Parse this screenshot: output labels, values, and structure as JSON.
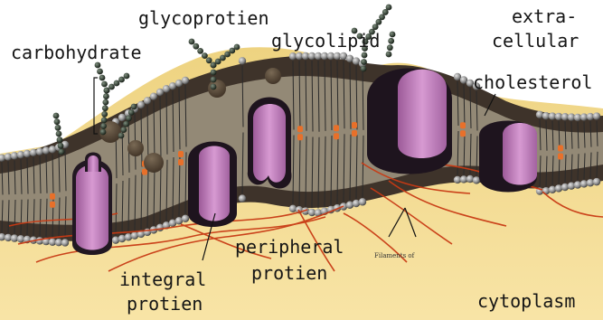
{
  "labels": {
    "glycoprotein": "glycoprotien",
    "carbohydrate": "carbohydrate",
    "glycolipid": "glycolipid",
    "extracellular_line1": "extra-",
    "extracellular_line2": "cellular",
    "cholesterol": "cholesterol",
    "peripheral_line1": "peripheral",
    "peripheral_line2": "protien",
    "integral_line1": "integral",
    "integral_line2": "protien",
    "cytoplasm": "cytoplasm",
    "filaments_small": "Filaments of"
  },
  "colors": {
    "cytoplasm": "#f2d87c",
    "extracellular": "#ffffff",
    "protein": "#c984c4",
    "protein_dark": "#1e141e",
    "lipid_head": "#8c8c8c",
    "tail": "#2a2a2a",
    "cholesterol": "#e8702a",
    "filament": "#c83a14",
    "sugar": "#2c3a2c"
  }
}
